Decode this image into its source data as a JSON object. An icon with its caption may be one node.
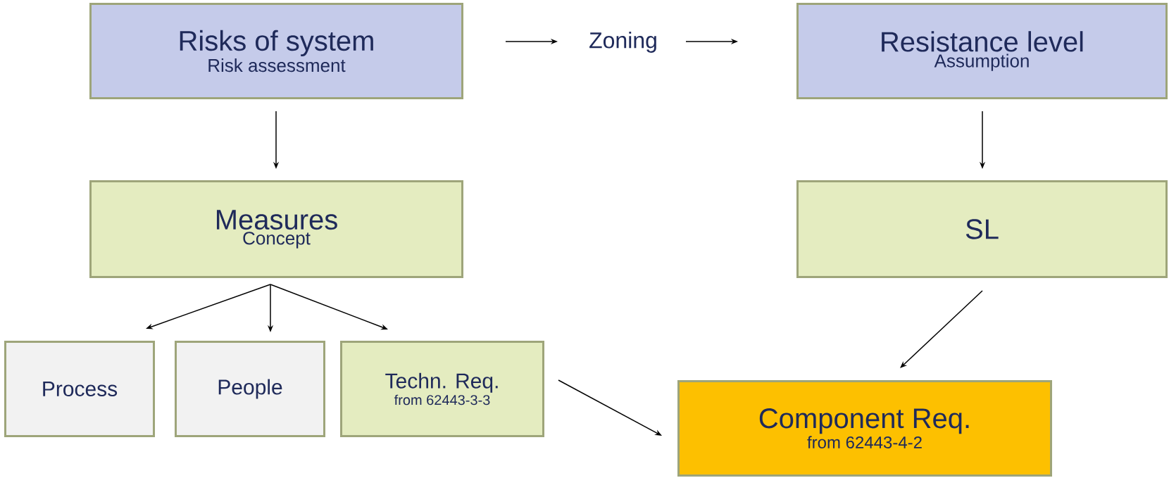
{
  "diagram": {
    "nodes": [
      {
        "text": [
          "Risks of system",
          "Risk assessment"
        ]
      },
      {
        "text": [
          "Zoning"
        ]
      },
      {
        "text": [
          "Resistance level",
          "Assumption"
        ]
      },
      {
        "text": [
          "Measures",
          "Concept"
        ]
      },
      {
        "text": [
          "SL"
        ]
      },
      {
        "text": [
          "Process"
        ]
      },
      {
        "text": [
          "People"
        ]
      },
      {
        "text": [
          "Techn. Req.",
          "from 62443-3-3"
        ]
      },
      {
        "text": [
          "Component Req.",
          "from 62443-4-2"
        ]
      }
    ],
    "edges": [
      {
        "from": 0,
        "to": 1,
        "arrow": "to"
      },
      {
        "from": 1,
        "to": 2,
        "arrow": "to"
      },
      {
        "from": 0,
        "to": 3,
        "arrow": "to"
      },
      {
        "from": 2,
        "to": 4,
        "arrow": "to"
      },
      {
        "from": 3,
        "to": 5,
        "arrow": "to"
      },
      {
        "from": 3,
        "to": 6,
        "arrow": "to"
      },
      {
        "from": 3,
        "to": 7,
        "arrow": "to"
      },
      {
        "from": 4,
        "to": 8,
        "arrow": "to"
      },
      {
        "from": 7,
        "to": 8,
        "arrow": "to"
      }
    ]
  }
}
